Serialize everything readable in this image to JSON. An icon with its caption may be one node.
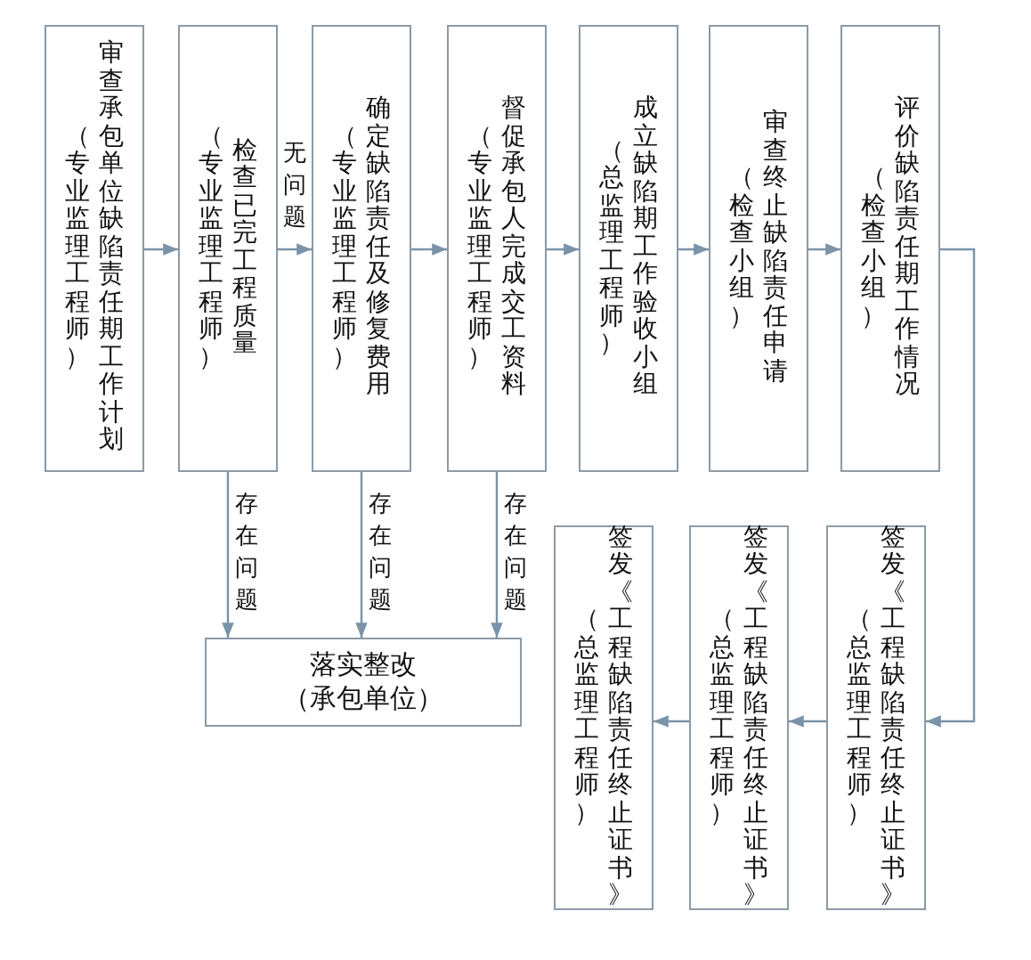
{
  "diagram": {
    "nodes": [
      {
        "text": [
          "（专业监理工程师）",
          "审查承包单位缺陷责任期工作计划"
        ]
      },
      {
        "text": [
          "（专业监理工程师）",
          "检查已完工程质量"
        ]
      },
      {
        "text": [
          "（专业监理工程师）",
          "确定缺陷责任及修复费用"
        ]
      },
      {
        "text": [
          "（专业监理工程师）",
          "督促承包人完成交工资料"
        ]
      },
      {
        "text": [
          "（总监理工程师）",
          "成立缺陷期工作验收小组"
        ]
      },
      {
        "text": [
          "（检查小组）",
          "审查终止缺陷责任申请"
        ]
      },
      {
        "text": [
          "（检查小组）",
          "评价缺陷责任期工作情况"
        ]
      },
      {
        "text": [
          "落实整改",
          "（承包单位）"
        ]
      },
      {
        "text": [
          "（总监理工程师）",
          "签发《工程缺陷责任终止证书》"
        ]
      },
      {
        "text": [
          "（总监理工程师）",
          "签发《工程缺陷责任终止证书》"
        ]
      },
      {
        "text": [
          "（总监理工程师）",
          "签发《工程缺陷责任终止证书》"
        ]
      }
    ],
    "edges": [
      {
        "from": 0,
        "to": 1,
        "arrow": "to"
      },
      {
        "from": 1,
        "to": 2,
        "arrow": "to",
        "label": "无问题"
      },
      {
        "from": 2,
        "to": 3,
        "arrow": "to"
      },
      {
        "from": 3,
        "to": 4,
        "arrow": "to"
      },
      {
        "from": 4,
        "to": 5,
        "arrow": "to"
      },
      {
        "from": 5,
        "to": 6,
        "arrow": "to"
      },
      {
        "from": 6,
        "to": 8,
        "arrow": "to"
      },
      {
        "from": 8,
        "to": 9,
        "arrow": "to"
      },
      {
        "from": 9,
        "to": 10,
        "arrow": "to"
      },
      {
        "from": 1,
        "to": 7,
        "arrow": "to",
        "label": "存在问题"
      },
      {
        "from": 2,
        "to": 7,
        "arrow": "to",
        "label": "存在问题"
      },
      {
        "from": 3,
        "to": 7,
        "arrow": "to",
        "label": "存在问题"
      }
    ]
  }
}
